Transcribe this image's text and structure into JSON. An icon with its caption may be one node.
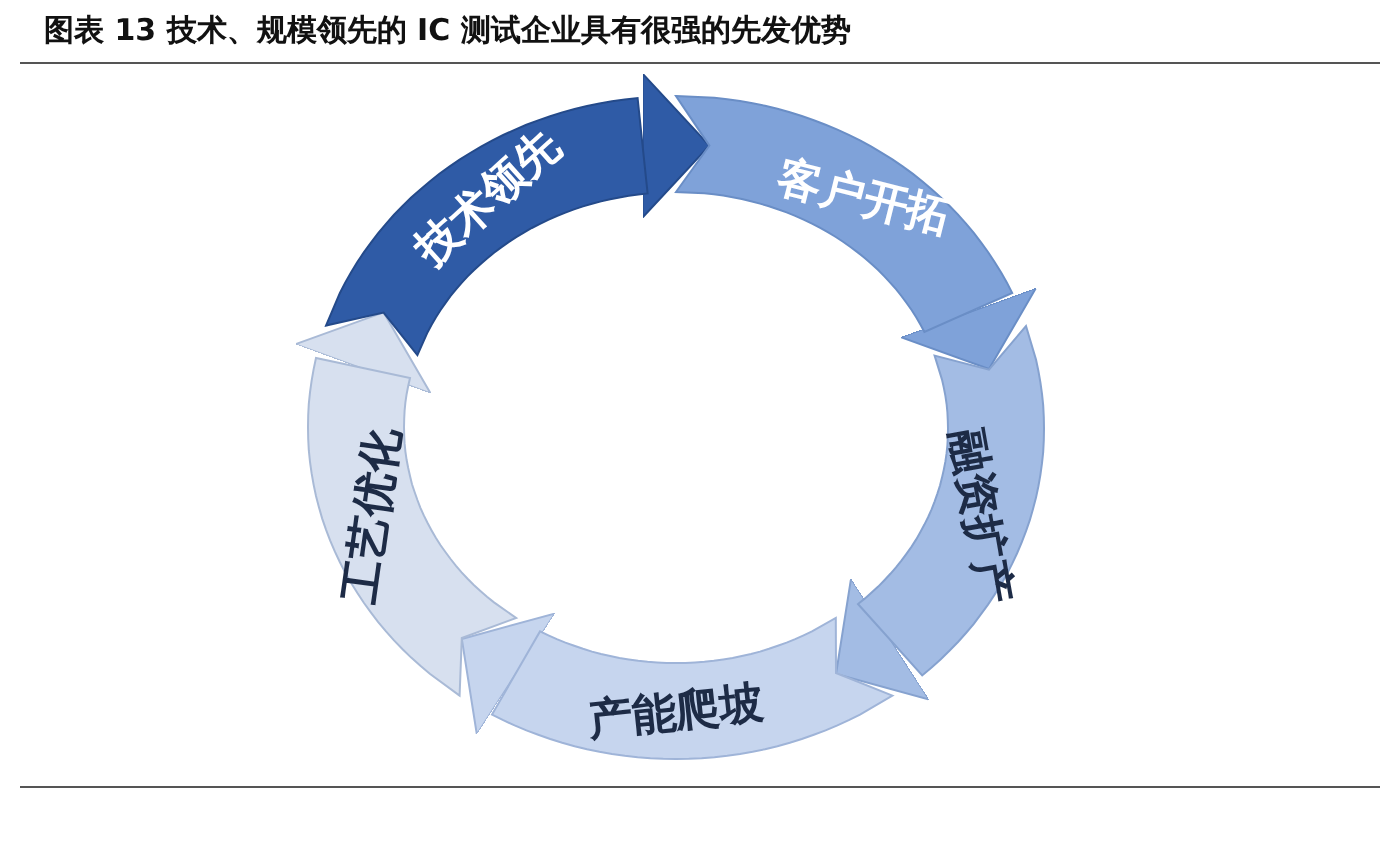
{
  "diagram": {
    "title": "图表 13 技术、规模领先的 IC 测试企业具有很强的先发优势",
    "nodes": [
      {
        "text": [
          "技术领先"
        ]
      },
      {
        "text": [
          "客户开拓"
        ]
      },
      {
        "text": [
          "融资扩产"
        ]
      },
      {
        "text": [
          "产能爬坡"
        ]
      },
      {
        "text": [
          "工艺优化"
        ]
      }
    ],
    "edges": [
      {
        "from": 0,
        "to": 1,
        "arrow": "to",
        "color": "#2f5ba6"
      },
      {
        "from": 1,
        "to": 2,
        "arrow": "to",
        "color": "#7fa2d9"
      },
      {
        "from": 2,
        "to": 3,
        "arrow": "to",
        "color": "#a3bce4"
      },
      {
        "from": 3,
        "to": 4,
        "arrow": "to",
        "color": "#c6d5ee"
      },
      {
        "from": 4,
        "to": 0,
        "arrow": "to",
        "color": "#d7e0ef"
      }
    ]
  }
}
